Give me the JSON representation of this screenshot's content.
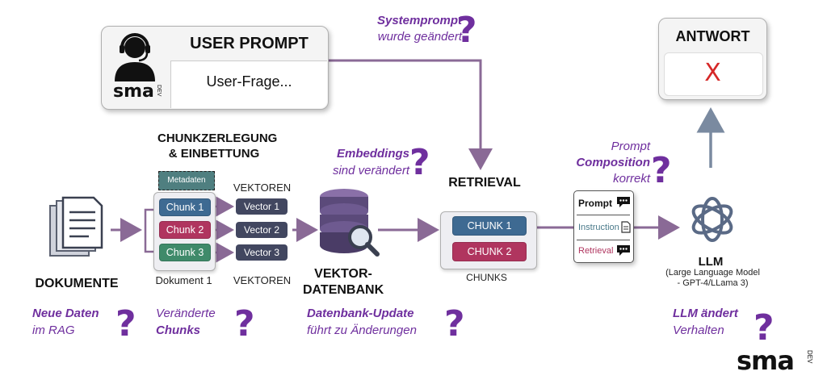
{
  "user_prompt": {
    "title": "USER PROMPT",
    "text": "User-Frage..."
  },
  "logo_text": "sma",
  "logo_sub": "DEV",
  "q_systemprompt": {
    "line1": "Systemprompt",
    "line2": "wurde geändert",
    "mark": "?"
  },
  "answer": {
    "title": "ANTWORT",
    "value": "X"
  },
  "chunking": {
    "line1": "CHUNKZERLEGUNG",
    "line2": "& EINBETTUNG",
    "metadata": "Metadaten",
    "chunks": [
      "Chunk 1",
      "Chunk 2",
      "Chunk 3"
    ],
    "doc_label": "Dokument 1"
  },
  "vectors": {
    "top_label": "VEKTOREN",
    "bottom_label": "VEKTOREN",
    "items": [
      "Vector 1",
      "Vector 2",
      "Vector 3"
    ]
  },
  "q_embeddings": {
    "line1": "Embeddings",
    "line2": "sind verändert",
    "mark": "?"
  },
  "retrieval": {
    "title": "RETRIEVAL",
    "chunks": [
      "CHUNK 1",
      "CHUNK 2"
    ],
    "caption": "CHUNKS"
  },
  "q_prompt_comp": {
    "line1": "Prompt",
    "line2": "Composition",
    "line3": "korrekt",
    "mark": "?"
  },
  "prompt_card": {
    "prompt": "Prompt",
    "instruction": "Instruction",
    "retrieval": "Retrieval"
  },
  "documents": {
    "label": "DOKUMENTE"
  },
  "db": {
    "line1": "VEKTOR-",
    "line2": "DATENBANK"
  },
  "llm": {
    "title": "LLM",
    "sub1": "(Large Language Model",
    "sub2": "- GPT-4/LLama 3)"
  },
  "q_neue": {
    "line1": "Neue Daten",
    "line2": "im RAG",
    "mark": "?"
  },
  "q_chunks": {
    "line1": "Veränderte",
    "line2": "Chunks",
    "mark": "?"
  },
  "q_db": {
    "line1": "Datenbank-Update",
    "line2": "führt zu Änderungen",
    "mark": "?"
  },
  "q_llm": {
    "line1": "LLM ändert",
    "line2": "Verhalten",
    "mark": "?"
  },
  "colors": {
    "accent": "#6f2f9e",
    "chunk1": "#3e6a92",
    "chunk2": "#b0355f",
    "chunk3": "#3f8a6a",
    "arrow": "#8a6a96",
    "answer_x": "#d62828"
  }
}
